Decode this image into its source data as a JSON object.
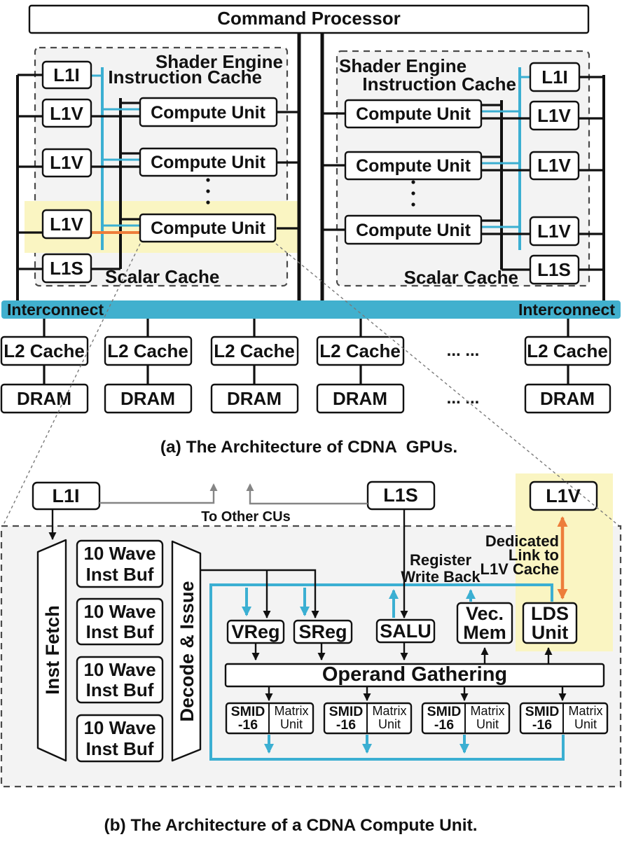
{
  "colors": {
    "cyan_accent": "#3BAFD2",
    "interconnect_bar": "#41B0CE",
    "orange_accent": "#ED7D3A",
    "highlight_yellow": "#FAF5C2",
    "panel_gray": "#F3F3F3"
  },
  "part_a": {
    "caption": "(a) The Architecture of CDNA  GPUs.",
    "command_processor": "Command Processor",
    "interconnect": {
      "left": "Interconnect",
      "right": "Interconnect"
    },
    "se_left": {
      "title": "Shader Engine",
      "instruction_cache": "Instruction Cache",
      "scalar_cache": "Scalar Cache",
      "l1i": "L1I",
      "l1v": [
        "L1V",
        "L1V",
        "L1V"
      ],
      "l1s": "L1S",
      "cu": [
        "Compute Unit",
        "Compute Unit",
        "Compute Unit"
      ]
    },
    "se_right": {
      "title": "Shader Engine",
      "instruction_cache": "Instruction Cache",
      "scalar_cache": "Scalar Cache",
      "l1i": "L1I",
      "l1v": [
        "L1V",
        "L1V",
        "L1V"
      ],
      "l1s": "L1S",
      "cu": [
        "Compute Unit",
        "Compute Unit",
        "Compute Unit"
      ]
    },
    "l2": [
      "L2 Cache",
      "L2 Cache",
      "L2 Cache",
      "L2 Cache",
      "L2 Cache"
    ],
    "dram": [
      "DRAM",
      "DRAM",
      "DRAM",
      "DRAM",
      "DRAM"
    ],
    "ellipsis_l2": "... ...",
    "ellipsis_dram": "... ..."
  },
  "part_b": {
    "caption": "(b) The Architecture of a CDNA Compute Unit.",
    "l1i": "L1I",
    "l1s": "L1S",
    "l1v": "L1V",
    "to_other_cus": "To Other CUs",
    "register_write_back": {
      "line1": "Register",
      "line2": "Write Back"
    },
    "dedicated_link": {
      "line1": "Dedicated",
      "line2": "Link to",
      "line3": "L1V Cache"
    },
    "inst_fetch": "Inst Fetch",
    "decode_issue": "Decode & Issue",
    "wave_bufs": [
      {
        "line1": "10 Wave",
        "line2": "Inst Buf"
      },
      {
        "line1": "10 Wave",
        "line2": "Inst Buf"
      },
      {
        "line1": "10 Wave",
        "line2": "Inst Buf"
      },
      {
        "line1": "10 Wave",
        "line2": "Inst Buf"
      }
    ],
    "vreg": "VReg",
    "sreg": "SReg",
    "salu": "SALU",
    "vec_mem": {
      "line1": "Vec.",
      "line2": "Mem"
    },
    "lds": {
      "line1": "LDS",
      "line2": "Unit"
    },
    "operand_gathering": "Operand Gathering",
    "simd_groups": [
      {
        "left1": "SMID",
        "left2": "-16",
        "right1": "Matrix",
        "right2": "Unit"
      },
      {
        "left1": "SMID",
        "left2": "-16",
        "right1": "Matrix",
        "right2": "Unit"
      },
      {
        "left1": "SMID",
        "left2": "-16",
        "right1": "Matrix",
        "right2": "Unit"
      },
      {
        "left1": "SMID",
        "left2": "-16",
        "right1": "Matrix",
        "right2": "Unit"
      }
    ]
  }
}
